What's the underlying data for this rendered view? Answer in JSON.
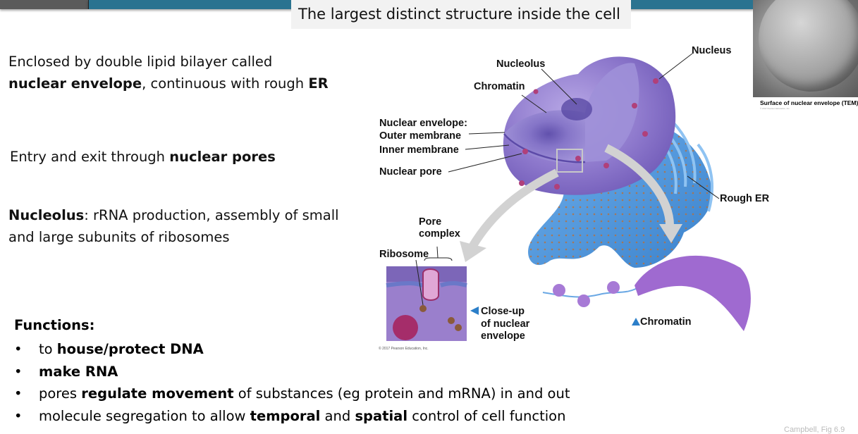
{
  "slide": {
    "subtitle": "The largest distinct structure inside the cell",
    "points": {
      "envelope": {
        "line1": "Enclosed by double lipid bilayer called",
        "line2_bold": "nuclear envelope",
        "line2_rest": ", continuous with rough ",
        "line2_bold_end": "ER"
      },
      "pores": {
        "text": "Entry and exit through ",
        "bold": "nuclear pores"
      },
      "nucleolus": {
        "bold": "Nucleolus",
        "line1_rest": ": rRNA production, assembly of small",
        "line2": "and large subunits of ribosomes"
      }
    },
    "functions": {
      "title": "Functions:",
      "bullet_glyph": "•",
      "items": [
        {
          "pre": "to ",
          "bold": "house/protect DNA",
          "post": ""
        },
        {
          "pre": "",
          "bold": "make RNA",
          "post": ""
        },
        {
          "pre": "pores ",
          "bold": "regulate movement",
          "post": " of substances (eg protein and mRNA) in and out"
        },
        {
          "pre": "molecule segregation to allow ",
          "bold": "temporal",
          "mid": " and ",
          "bold2": "spatial",
          "post": " control of cell function"
        }
      ]
    },
    "citation": "Campbell, Fig 6.9"
  },
  "figure": {
    "labels": {
      "nucleolus": "Nucleolus",
      "chromatin": "Chromatin",
      "nucleus": "Nucleus",
      "envelope_heading": "Nuclear envelope:",
      "outer_membrane": "Outer membrane",
      "inner_membrane": "Inner membrane",
      "nuclear_pore": "Nuclear pore",
      "rough_er": "Rough ER",
      "pore_complex_1": "Pore",
      "pore_complex_2": "complex",
      "ribosome": "Ribosome",
      "closeup_1": "Close-up",
      "closeup_2": "of nuclear",
      "closeup_3": "envelope",
      "chromatin_caption": "Chromatin"
    },
    "copyright": "© 2017 Pearson Education, Inc.",
    "tem_caption": "Surface of nuclear envelope (TEM)",
    "tem_copyright": "© 2017 Pearson Education, Inc.",
    "colors": {
      "nucleus": "#8a78c8",
      "er": "#4a90d6",
      "pore": "#b0407a",
      "arrow": "#cfcfcf",
      "caption_triangle": "#2c7fc9"
    }
  }
}
